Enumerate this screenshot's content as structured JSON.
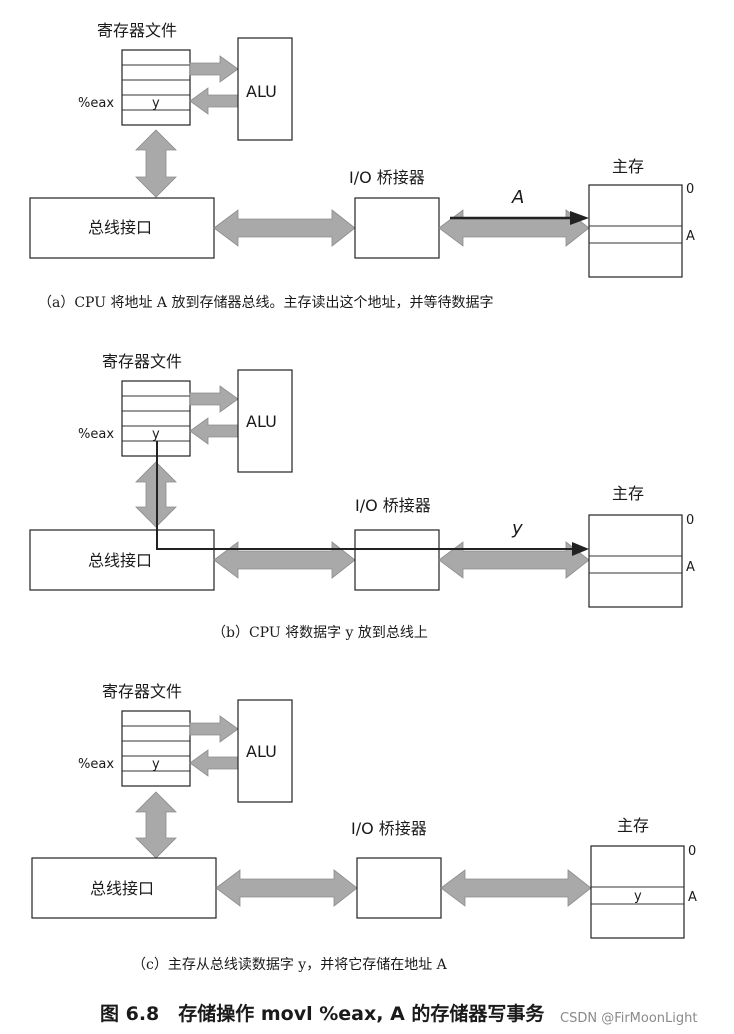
{
  "labels": {
    "register_file": "寄存器文件",
    "eax": "%eax",
    "alu": "ALU",
    "bus_interface": "总线接口",
    "io_bridge": "I/O 桥接器",
    "main_memory": "主存",
    "addr_0": "0",
    "addr_A": "A",
    "bus_value_a": "A",
    "word_y": "y"
  },
  "captions": {
    "a": "（a）CPU 将地址 A 放到存储器总线。主存读出这个地址，并等待数据字",
    "b": "（b）CPU 将数据字 y 放到总线上",
    "c": "（c）主存从总线读数据字 y，并将它存储在地址 A"
  },
  "figure_caption": "图 6.8　存储操作 movl %eax, A 的存储器写事务",
  "watermark": "CSDN @FirMoonLight"
}
